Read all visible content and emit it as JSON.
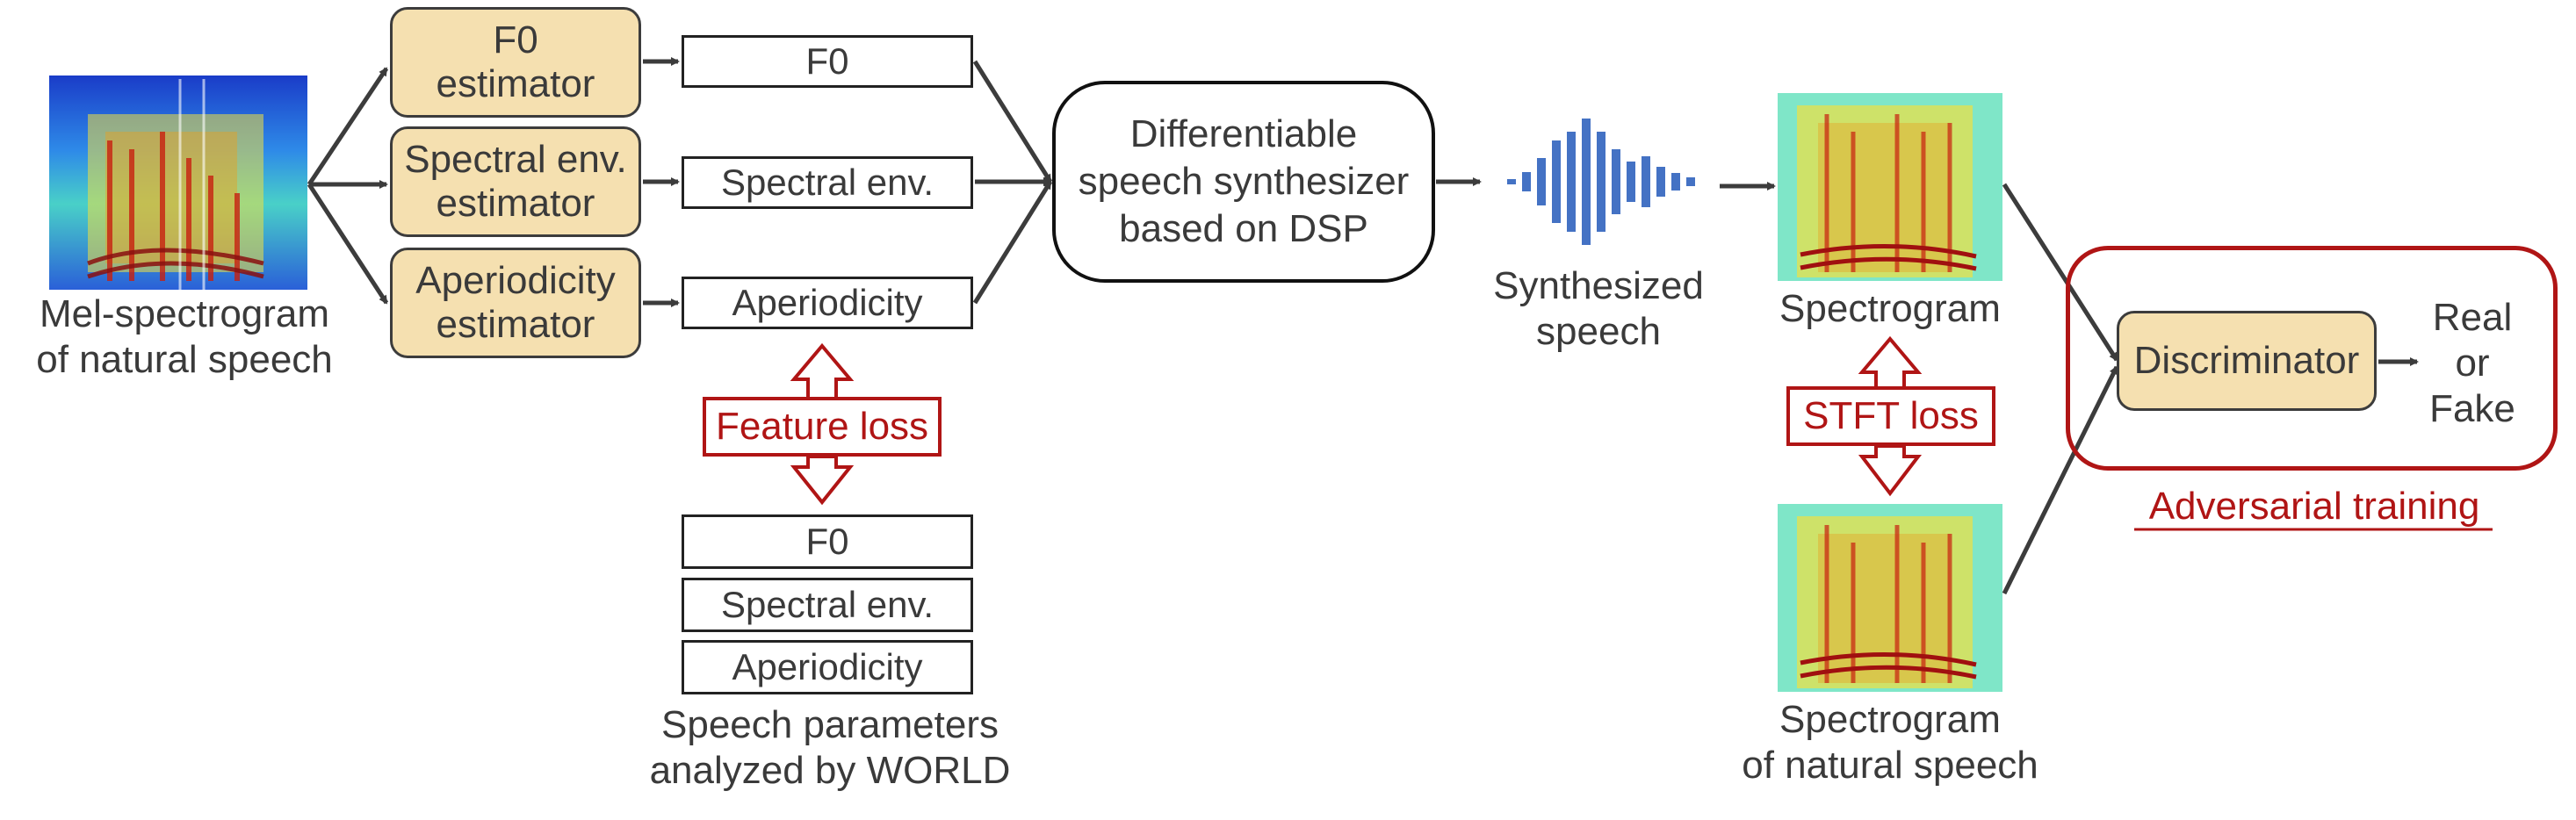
{
  "colors": {
    "estimator_fill": "#f5e0b0",
    "loss_red": "#b01515",
    "waveform_blue": "#4472c4",
    "spectrogram_bg": "#7fe6c8"
  },
  "mel_caption": [
    "Mel-spectrogram",
    "of natural speech"
  ],
  "estimators": [
    {
      "lines": [
        "F0",
        "estimator"
      ]
    },
    {
      "lines": [
        "Spectral env.",
        "estimator"
      ]
    },
    {
      "lines": [
        "Aperiodicity",
        "estimator"
      ]
    }
  ],
  "predicted_params": [
    "F0",
    "Spectral env.",
    "Aperiodicity"
  ],
  "feature_loss_label": "Feature loss",
  "world_params": [
    "F0",
    "Spectral env.",
    "Aperiodicity"
  ],
  "world_caption": [
    "Speech parameters",
    "analyzed by WORLD"
  ],
  "synthesizer": [
    "Differentiable",
    "speech synthesizer",
    "based on DSP"
  ],
  "synth_caption": [
    "Synthesized",
    "speech"
  ],
  "spectrogram_caption": "Spectrogram",
  "stft_loss_label": "STFT loss",
  "natural_spec_caption": [
    "Spectrogram",
    "of natural speech"
  ],
  "discriminator_label": "Discriminator",
  "output_label": [
    "Real",
    "or",
    "Fake"
  ],
  "adversarial_label": "Adversarial training"
}
